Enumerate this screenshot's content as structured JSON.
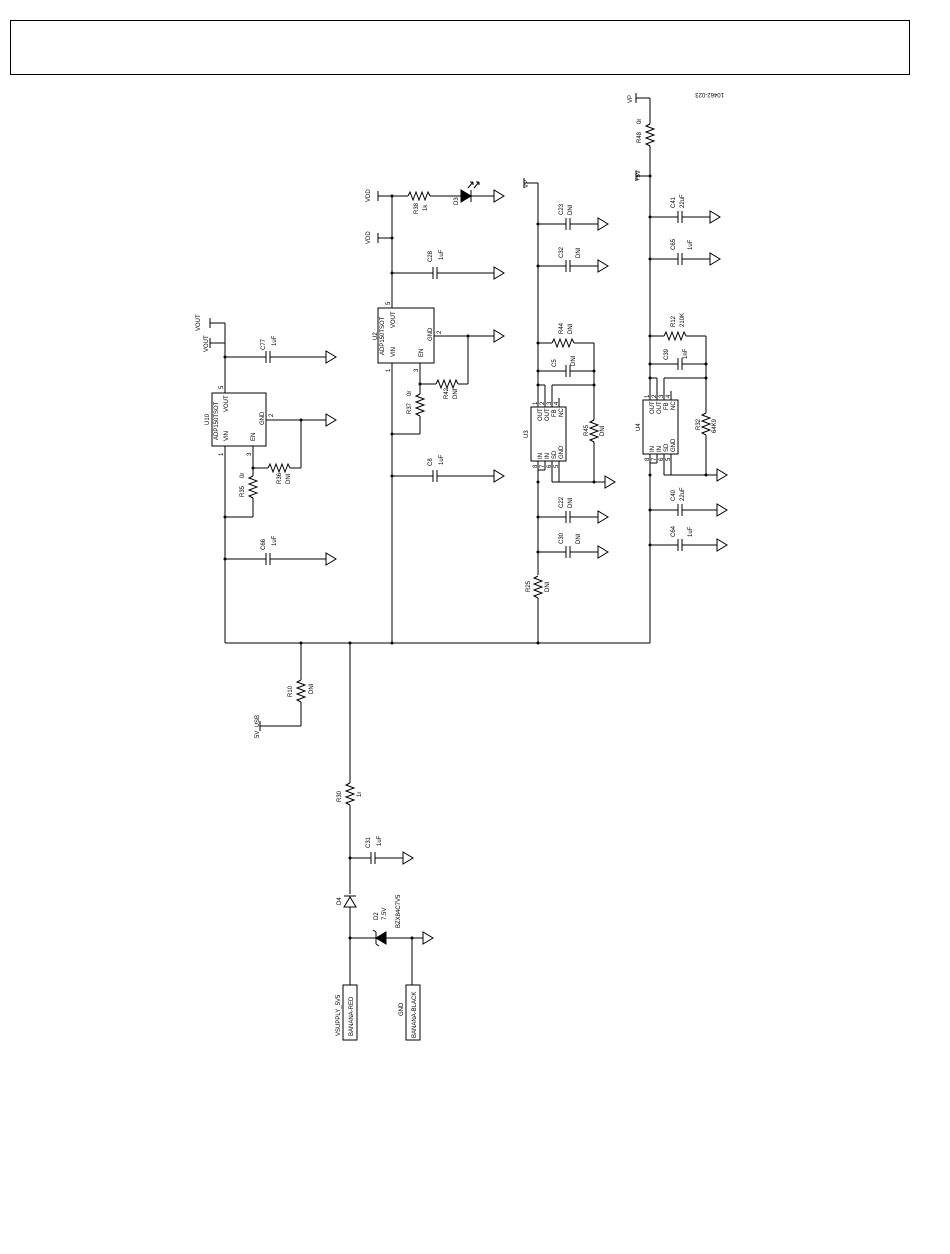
{
  "figure_id": "10462-023",
  "nets": {
    "vout": "VOUT",
    "vdd": "VDD",
    "vp": "VP",
    "p5v": "+5V",
    "usb": "5V_USB",
    "vsupply": "VSUPPLY_5V5",
    "gnd": "GND"
  },
  "chips": {
    "u10": {
      "ref": "U10",
      "part": "ADP150TSOT",
      "pins": [
        "VOUT",
        "GND",
        "VIN",
        "EN",
        "5",
        "2",
        "1",
        "3"
      ]
    },
    "u2": {
      "ref": "U2",
      "part": "ADP150TSOT",
      "pins": [
        "VOUT",
        "GND",
        "VIN",
        "EN",
        "5",
        "2",
        "1",
        "3"
      ]
    },
    "u3": {
      "ref": "U3",
      "pins": [
        "OUT",
        "OUT",
        "FB",
        "NC",
        "IN",
        "IN",
        "SD",
        "GND",
        "1",
        "2",
        "3",
        "4",
        "8",
        "7",
        "6",
        "5"
      ]
    },
    "u4": {
      "ref": "U4",
      "pins": [
        "OUT",
        "OUT",
        "FB",
        "NC",
        "IN",
        "IN",
        "SD",
        "GND",
        "1",
        "2",
        "3",
        "4",
        "8",
        "7",
        "6",
        "5"
      ]
    }
  },
  "parts": {
    "c77": [
      "C77",
      "1uF"
    ],
    "c66": [
      "C66",
      "1uF"
    ],
    "r35": [
      "R35",
      "0r"
    ],
    "r36": [
      "R36",
      "DNI"
    ],
    "c28": [
      "C28",
      "1uF"
    ],
    "c8": [
      "C8",
      "1uF"
    ],
    "r37": [
      "R37",
      "0r"
    ],
    "r42": [
      "R42",
      "DNI"
    ],
    "r38": [
      "R38",
      "1k"
    ],
    "d3": [
      "D3"
    ],
    "c23": [
      "C23",
      "DNI"
    ],
    "c32": [
      "C32",
      "DNI"
    ],
    "r44": [
      "R44",
      "DNI"
    ],
    "c5": [
      "C5",
      "DNI"
    ],
    "r45": [
      "R45",
      "DNI"
    ],
    "c22": [
      "C22",
      "DNI"
    ],
    "c30": [
      "C30",
      "DNI"
    ],
    "r25": [
      "R25",
      "DNI"
    ],
    "r48": [
      "R48",
      "0r"
    ],
    "c41": [
      "C41",
      "22uF"
    ],
    "c65": [
      "C65",
      "1uF"
    ],
    "r12": [
      "R12",
      "210K"
    ],
    "c39": [
      "C39",
      "1nF"
    ],
    "r32": [
      "R32",
      "64K9"
    ],
    "c40": [
      "C40",
      "22uF"
    ],
    "c64": [
      "C64",
      "1uF"
    ],
    "r10": [
      "R10",
      "DNI"
    ],
    "r30": [
      "R30",
      "1r"
    ],
    "c31": [
      "C31",
      "1uF"
    ],
    "d4": [
      "D4"
    ],
    "d2": [
      "D2",
      "7.5V",
      "BZX84C7V5"
    ],
    "j1": [
      "BANANA-RED"
    ],
    "j2": [
      "BANANA-BLACK"
    ]
  }
}
